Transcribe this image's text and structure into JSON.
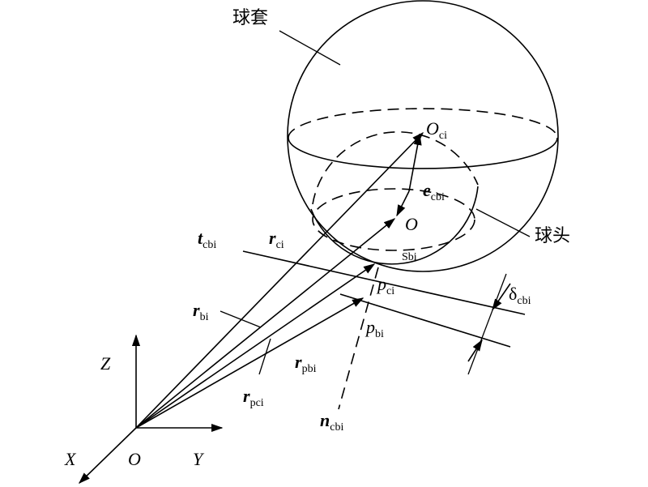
{
  "labels": {
    "socket": "球套",
    "ball": "球头",
    "O_ci_main": "O",
    "O_ci_sub": "ci",
    "O_center": "O",
    "Sbi": "Sbi",
    "e_main": "e",
    "e_sub": "cbi",
    "t_main": "t",
    "t_sub": "cbi",
    "rc_main": "r",
    "rc_sub": "ci",
    "rb_main": "r",
    "rb_sub": "bi",
    "rpb_main": "r",
    "rpb_sub": "pbi",
    "rpc_main": "r",
    "rpc_sub": "pci",
    "n_main": "n",
    "n_sub": "cbi",
    "pc_main": "p",
    "pc_sub": "ci",
    "pb_main": "p",
    "pb_sub": "bi",
    "delta_main": "δ",
    "delta_sub": "cbi",
    "axis_Z": "Z",
    "axis_X": "X",
    "axis_Y": "Y",
    "origin": "O"
  }
}
